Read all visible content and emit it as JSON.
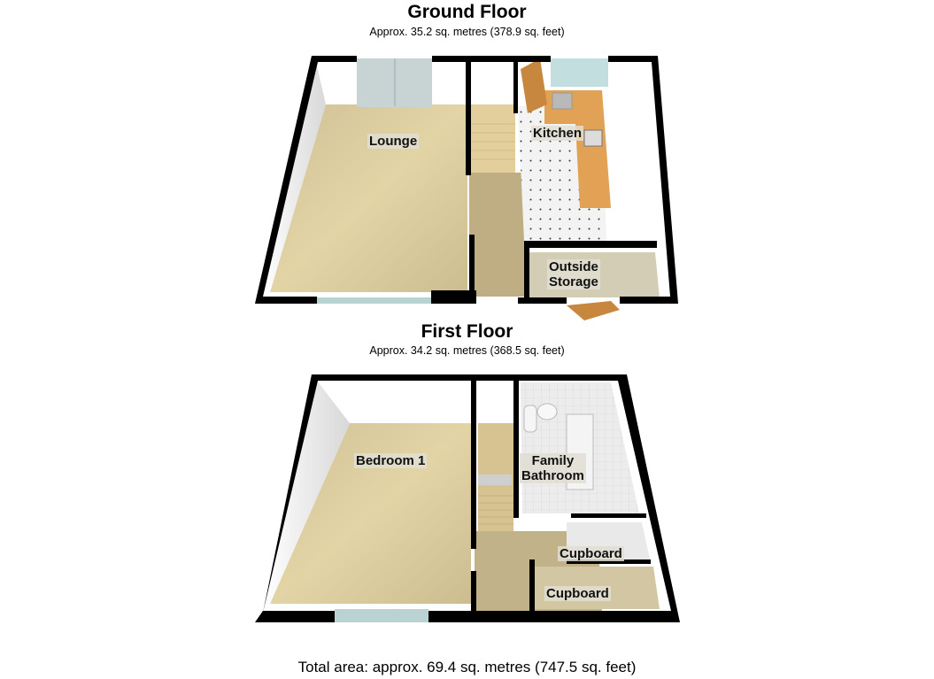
{
  "ground_floor": {
    "title": "Ground Floor",
    "area": "Approx.  35.2 sq. metres (378.9 sq. feet)",
    "rooms": [
      {
        "name": "Lounge"
      },
      {
        "name": "Kitchen"
      },
      {
        "name": "Outside Storage",
        "line1": "Outside",
        "line2": "Storage"
      }
    ]
  },
  "first_floor": {
    "title": "First Floor",
    "area": "Approx.  34.2 sq. metres (368.5 sq. feet)",
    "rooms": [
      {
        "name": "Bedroom 1"
      },
      {
        "name": "Family Bathroom",
        "line1": "Family",
        "line2": "Bathroom"
      },
      {
        "name": "Cupboard"
      },
      {
        "name": "Cupboard"
      }
    ]
  },
  "total": "Total area: approx.  69.4 sq. metres (747.5 sq. feet)",
  "colors": {
    "wall": "#000000",
    "carpet": "#d9c99a",
    "inner_wall": "#f2f2f2",
    "kitchen_floor": "#efefef",
    "worktop": "#e0a050",
    "window": "#bcd6d6",
    "door": "#c88a45",
    "bathroom_tile": "#e6e6e6"
  }
}
